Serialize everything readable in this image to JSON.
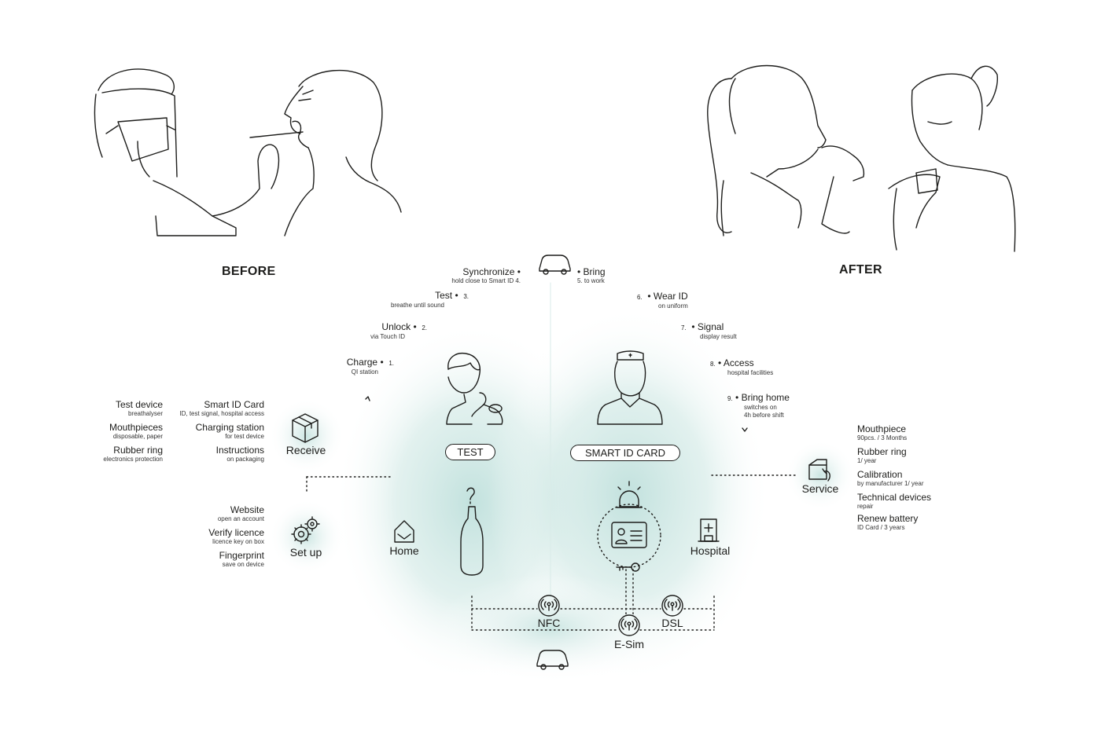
{
  "headers": {
    "before": "BEFORE",
    "after": "AFTER"
  },
  "pills": {
    "test": "TEST",
    "smart_id_card": "SMART ID CARD"
  },
  "steps": [
    {
      "num": "1.",
      "label": "Charge",
      "sub": "QI station"
    },
    {
      "num": "2.",
      "label": "Unlock",
      "sub": "via Touch ID"
    },
    {
      "num": "3.",
      "label": "Test",
      "sub": "breathe until sound"
    },
    {
      "num": "4.",
      "label": "Synchronize",
      "sub": "hold close to Smart ID"
    },
    {
      "num": "5.",
      "label": "Bring",
      "sub": "to work"
    },
    {
      "num": "6.",
      "label": "Wear ID",
      "sub": "on uniform"
    },
    {
      "num": "7.",
      "label": "Signal",
      "sub": "display result"
    },
    {
      "num": "8.",
      "label": "Access",
      "sub": "hospital facilities"
    },
    {
      "num": "9.",
      "label": "Bring home",
      "sub": "switches on",
      "sub2": "4h before shift"
    }
  ],
  "receive": {
    "title": "Receive",
    "left": [
      {
        "label": "Test device",
        "sub": "breathalyser"
      },
      {
        "label": "Mouthpieces",
        "sub": "disposable, paper"
      },
      {
        "label": "Rubber ring",
        "sub": "electronics protection"
      }
    ],
    "right": [
      {
        "label": "Smart ID Card",
        "sub": "ID, test signal, hospital access"
      },
      {
        "label": "Charging station",
        "sub": "for test device"
      },
      {
        "label": "Instructions",
        "sub": "on packaging"
      }
    ]
  },
  "setup": {
    "title": "Set up",
    "items": [
      {
        "label": "Website",
        "sub": "open an account"
      },
      {
        "label": "Verify licence",
        "sub": "licence key on box"
      },
      {
        "label": "Fingerprint",
        "sub": "save on device"
      }
    ]
  },
  "service": {
    "title": "Service",
    "items": [
      {
        "label": "Mouthpiece",
        "sub": "90pcs. / 3 Months"
      },
      {
        "label": "Rubber ring",
        "sub": "1/ year"
      },
      {
        "label": "Calibration",
        "sub": "by manufacturer 1/ year"
      },
      {
        "label": "Technical devices",
        "sub": "repair"
      },
      {
        "label": "Renew battery",
        "sub": "ID Card / 3 years"
      }
    ]
  },
  "places": {
    "home": "Home",
    "hospital": "Hospital"
  },
  "network": {
    "nfc": "NFC",
    "dsl": "DSL",
    "esim": "E-Sim"
  },
  "colors": {
    "ink": "#1d1d1b",
    "glow": "#bfe0dc"
  },
  "icons": [
    "car-icon",
    "box-icon",
    "gear-icon",
    "home-icon",
    "hospital-icon",
    "tester-person-icon",
    "nurse-icon",
    "breathalyser-device-icon",
    "id-card-icon",
    "alarm-light-icon",
    "key-icon",
    "signal-icon",
    "service-box-icon"
  ]
}
